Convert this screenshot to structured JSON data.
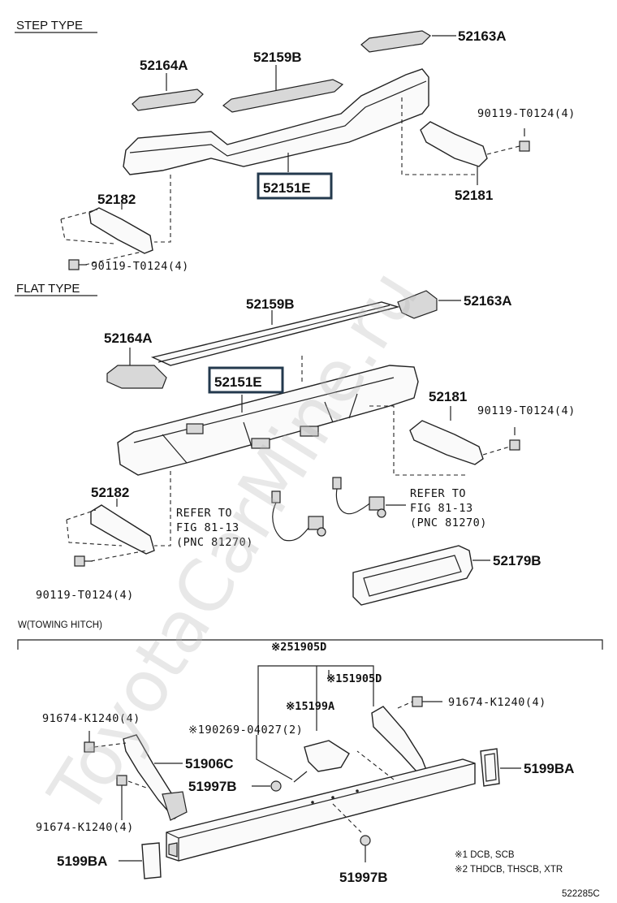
{
  "watermark": "ToyotaCarMine.ru",
  "sections": {
    "step": "STEP TYPE",
    "flat": "FLAT TYPE",
    "towing": "W(TOWING HITCH)"
  },
  "step_labels": {
    "p52163A": "52163A",
    "p52164A": "52164A",
    "p52159B": "52159B",
    "bolt_right": "90119-T0124(4)",
    "p52151E": "52151E",
    "p52181": "52181",
    "p52182": "52182",
    "bolt_left": "90119-T0124(4)"
  },
  "flat_labels": {
    "p52159B": "52159B",
    "p52163A": "52163A",
    "p52164A": "52164A",
    "p52151E": "52151E",
    "p52181": "52181",
    "bolt_right": "90119-T0124(4)",
    "p52182": "52182",
    "refer_left": [
      "REFER TO",
      "FIG 81-13",
      "(PNC 81270)"
    ],
    "refer_right": [
      "REFER TO",
      "FIG 81-13",
      "(PNC 81270)"
    ],
    "bolt_left": "90119-T0124(4)",
    "p52179B": "52179B"
  },
  "tow_labels": {
    "p51905D_2": "※251905D",
    "p51905D_1": "※151905D",
    "p5199A": "※15199A",
    "bolt_right": "91674-K1240(4)",
    "pin": "※190269-04027(2)",
    "bolt_top_left": "91674-K1240(4)",
    "p51906C": "51906C",
    "p5199BA_right": "5199BA",
    "p51997B_left": "51997B",
    "bolt_bottom_left": "91674-K1240(4)",
    "p5199BA_left": "5199BA",
    "p51997B_bottom": "51997B"
  },
  "notes": [
    "※1 DCB, SCB",
    "※2 THDCB, THSCB, XTR"
  ],
  "figure_code": "522285C"
}
